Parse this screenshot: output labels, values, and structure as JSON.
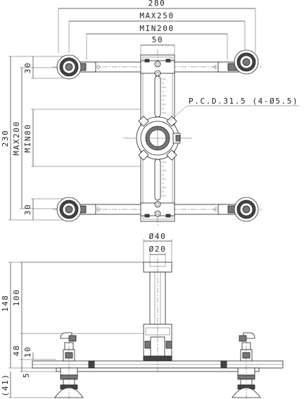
{
  "dimensions": {
    "top_view": {
      "overall_width": "280",
      "max_span": "MAX250",
      "min_span": "MIN200",
      "center_width": "50",
      "pcd_callout": "P.C.D.31.5 (4-Ø5.5)",
      "overall_height": "230",
      "max_height": "MAX200",
      "min_height": "MIN80",
      "top_slot": "30",
      "bottom_slot": "30"
    },
    "side_view": {
      "flange_outer": "Ø40",
      "flange_inner": "Ø20",
      "total_height": "148",
      "column_height": "100",
      "mid_height": "48",
      "small_height": "10",
      "plate_thickness": "5",
      "pad_height": "(41)"
    }
  }
}
